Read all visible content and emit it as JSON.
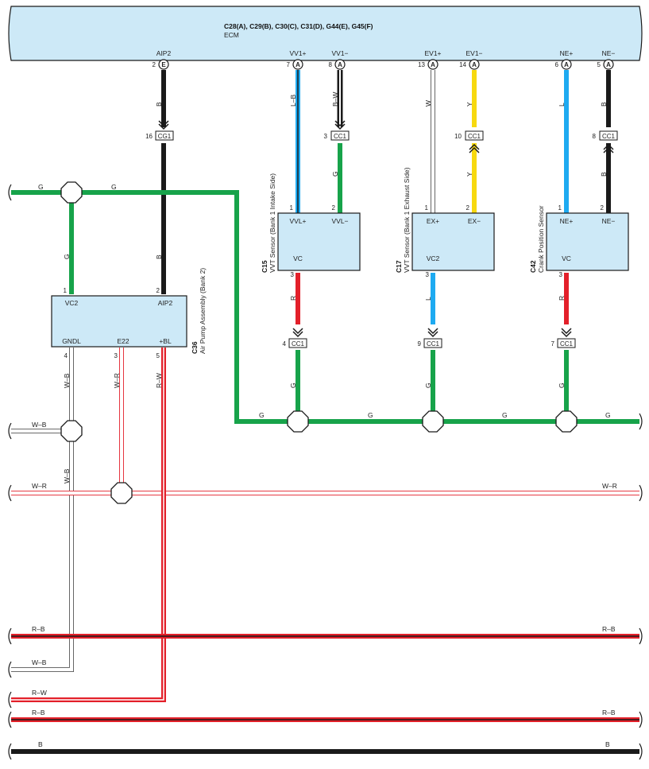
{
  "ecm": {
    "title": "C28(A), C29(B), C30(C), C31(D), G44(E), G45(F)",
    "name": "ECM",
    "pins": [
      {
        "name": "AIP2",
        "num": "2",
        "conn": "E"
      },
      {
        "name": "VV1+",
        "num": "7",
        "conn": "A"
      },
      {
        "name": "VV1−",
        "num": "8",
        "conn": "A"
      },
      {
        "name": "EV1+",
        "num": "13",
        "conn": "A"
      },
      {
        "name": "EV1−",
        "num": "14",
        "conn": "A"
      },
      {
        "name": "NE+",
        "num": "6",
        "conn": "A"
      },
      {
        "name": "NE−",
        "num": "5",
        "conn": "A"
      }
    ]
  },
  "connectors": [
    {
      "label": "CG1",
      "pin": "16"
    },
    {
      "label": "CC1",
      "pin": "3"
    },
    {
      "label": "CC1",
      "pin": "10"
    },
    {
      "label": "CC1",
      "pin": "8"
    },
    {
      "label": "CC1",
      "pin": "4"
    },
    {
      "label": "CC1",
      "pin": "9"
    },
    {
      "label": "CC1",
      "pin": "7"
    }
  ],
  "components": {
    "air_pump": {
      "code": "C36",
      "name": "Air Pump Assembly (Bank 2)",
      "t_vc2": "VC2",
      "t_aip2": "AIP2",
      "t_gndl": "GNDL",
      "t_e22": "E22",
      "t_bl": "+BL",
      "p_vc2": "1",
      "p_aip2": "2",
      "p_gndl": "4",
      "p_e22": "3",
      "p_bl": "5"
    },
    "vvt_intake": {
      "code": "C15",
      "name": "VVT Sensor (Bank 1 Intake Side)",
      "t_a": "VVL+",
      "t_b": "VVL−",
      "t_c": "VC",
      "p_a": "1",
      "p_b": "2",
      "p_c": "3"
    },
    "vvt_exhaust": {
      "code": "C17",
      "name": "VVT Sensor (Bank 1 Exhaust Side)",
      "t_a": "EX+",
      "t_b": "EX−",
      "t_c": "VC2",
      "p_a": "1",
      "p_b": "2",
      "p_c": "3"
    },
    "crank": {
      "code": "C42",
      "name": "Crank Position Sensor",
      "t_a": "NE+",
      "t_b": "NE−",
      "t_c": "VC",
      "p_a": "1",
      "p_b": "2",
      "p_c": "3"
    }
  },
  "wire_colors": {
    "aip2_top": "B",
    "aip2_bottom": "B",
    "vv1p": "L–B",
    "vv1m_top": "B–W",
    "vv1m_bottom": "G",
    "ev1p": "W",
    "ev1m_top": "Y",
    "ev1m_bottom": "Y",
    "nep": "L",
    "nem_top": "B",
    "nem_bottom": "B",
    "g_left": "G",
    "g_mid": "G",
    "g_drop": "G",
    "c15_vc": "R",
    "c17_vc": "L",
    "c42_vc": "R",
    "c15_g": "G",
    "c17_g": "G",
    "c42_g": "G",
    "bus_g1": "G",
    "bus_g2": "G",
    "bus_g3": "G",
    "bus_g4": "G",
    "gndl": "W–B",
    "e22": "W–R",
    "bl": "R–W",
    "wb_drop": "W–B",
    "wb_bus": "W–B",
    "wr_bus_l": "W–R",
    "wr_bus_r": "W–R",
    "rb1_l": "R–B",
    "rb1_r": "R–B",
    "wb2": "W–B",
    "rw": "R–W",
    "rb2_l": "R–B",
    "rb2_r": "R–B",
    "b_l": "B",
    "b_r": "B"
  },
  "colors": {
    "box_fill": "#cde9f7",
    "green": "#17a34a",
    "black": "#1a1a1a",
    "red": "#e3202a",
    "blue": "#1eaaf1",
    "yellow": "#f7d90f"
  }
}
